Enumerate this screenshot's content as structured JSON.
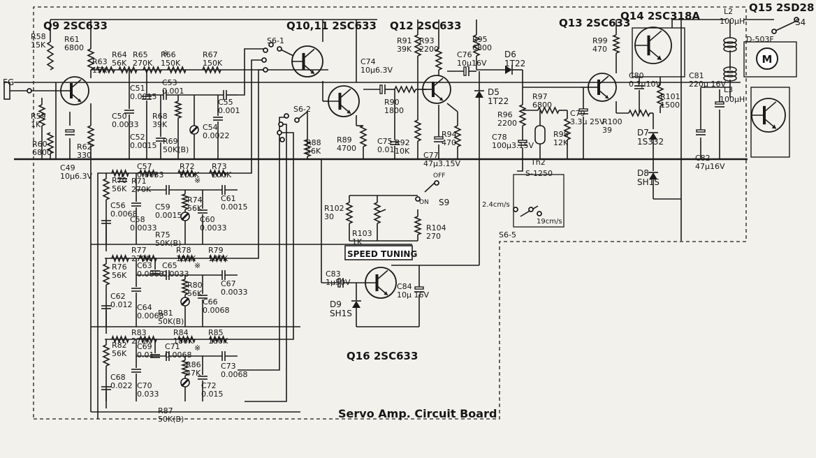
{
  "board_title": "Servo Amp. Circuit Board",
  "input_label": "FG",
  "speed_tuning": "SPEED TUNING",
  "transistors": [
    {
      "ref": "Q9 2SC633",
      "type": "2SC633"
    },
    {
      "ref": "Q10,11 2SC633",
      "type": "2SC633"
    },
    {
      "ref": "Q12 2SC633",
      "type": "2SC633"
    },
    {
      "ref": "Q13 2SC633",
      "type": "2SC633"
    },
    {
      "ref": "Q14 2SC318A",
      "type": "2SC318A"
    },
    {
      "ref": "Q15 2SD28",
      "type": "2SD28"
    },
    {
      "ref": "Q16 2SC633",
      "type": "2SC633"
    }
  ],
  "resistors": [
    {
      "ref": "R58",
      "value": "15K"
    },
    {
      "ref": "R59",
      "value": "1K"
    },
    {
      "ref": "R60",
      "value": "6800"
    },
    {
      "ref": "R61",
      "value": "6800"
    },
    {
      "ref": "R62",
      "value": "330"
    },
    {
      "ref": "R63",
      "value": "15K"
    },
    {
      "ref": "R64",
      "value": "56K"
    },
    {
      "ref": "R65",
      "value": "270K"
    },
    {
      "ref": "R66",
      "value": "150K"
    },
    {
      "ref": "R67",
      "value": "150K"
    },
    {
      "ref": "R68",
      "value": "39K"
    },
    {
      "ref": "R69",
      "value": "50K(B)"
    },
    {
      "ref": "R70",
      "value": "56K"
    },
    {
      "ref": "R71",
      "value": "270K"
    },
    {
      "ref": "R72",
      "value": "200K"
    },
    {
      "ref": "R73",
      "value": "200K"
    },
    {
      "ref": "R74",
      "value": "56K"
    },
    {
      "ref": "R75",
      "value": "50K(B)"
    },
    {
      "ref": "R76",
      "value": "56K"
    },
    {
      "ref": "R77",
      "value": "270K"
    },
    {
      "ref": "R78",
      "value": "180K"
    },
    {
      "ref": "R79",
      "value": "180K"
    },
    {
      "ref": "R80",
      "value": "56K"
    },
    {
      "ref": "R81",
      "value": "50K(B)"
    },
    {
      "ref": "R82",
      "value": "56K"
    },
    {
      "ref": "R83",
      "value": "270K"
    },
    {
      "ref": "R84",
      "value": "180K"
    },
    {
      "ref": "R85",
      "value": "180K"
    },
    {
      "ref": "R86",
      "value": "47K"
    },
    {
      "ref": "R87",
      "value": "50K(B)"
    },
    {
      "ref": "R88",
      "value": "56K"
    },
    {
      "ref": "R89",
      "value": "4700"
    },
    {
      "ref": "R90",
      "value": "1800"
    },
    {
      "ref": "R91",
      "value": "39K"
    },
    {
      "ref": "R92",
      "value": "10K"
    },
    {
      "ref": "R93",
      "value": "2200"
    },
    {
      "ref": "R94",
      "value": "470"
    },
    {
      "ref": "R95",
      "value": "6800"
    },
    {
      "ref": "R96",
      "value": "2200"
    },
    {
      "ref": "R97",
      "value": "6800"
    },
    {
      "ref": "R98",
      "value": "12K"
    },
    {
      "ref": "R99",
      "value": "470"
    },
    {
      "ref": "R100",
      "value": "39"
    },
    {
      "ref": "R101",
      "value": "1500"
    },
    {
      "ref": "R102",
      "value": "30"
    },
    {
      "ref": "R103",
      "value": "1K"
    },
    {
      "ref": "R104",
      "value": "270"
    }
  ],
  "capacitors": [
    {
      "ref": "C49",
      "value": "10μ6.3V"
    },
    {
      "ref": "C50",
      "value": "0.0033"
    },
    {
      "ref": "C51",
      "value": "0.0015"
    },
    {
      "ref": "C52",
      "value": "0.0015"
    },
    {
      "ref": "C53",
      "value": "0.001"
    },
    {
      "ref": "C54",
      "value": "0.0022"
    },
    {
      "ref": "C55",
      "value": "0.001"
    },
    {
      "ref": "C56",
      "value": "0.0068"
    },
    {
      "ref": "C57",
      "value": "0.0033"
    },
    {
      "ref": "C58",
      "value": "0.0033"
    },
    {
      "ref": "C59",
      "value": "0.0015"
    },
    {
      "ref": "C60",
      "value": "0.0033"
    },
    {
      "ref": "C61",
      "value": "0.0015"
    },
    {
      "ref": "C62",
      "value": "0.012"
    },
    {
      "ref": "C63",
      "value": "0.0068"
    },
    {
      "ref": "C64",
      "value": "0.0068"
    },
    {
      "ref": "C65",
      "value": "0.0033"
    },
    {
      "ref": "C66",
      "value": "0.0068"
    },
    {
      "ref": "C67",
      "value": "0.0033"
    },
    {
      "ref": "C68",
      "value": "0.022"
    },
    {
      "ref": "C69",
      "value": "0.01"
    },
    {
      "ref": "C70",
      "value": "0.033"
    },
    {
      "ref": "C71",
      "value": "0.0068"
    },
    {
      "ref": "C72",
      "value": "0.015"
    },
    {
      "ref": "C73",
      "value": "0.0068"
    },
    {
      "ref": "C74",
      "value": "10μ6.3V"
    },
    {
      "ref": "C75",
      "value": "0.01"
    },
    {
      "ref": "C76",
      "value": "10μ16V"
    },
    {
      "ref": "C77",
      "value": "47μ3.15V"
    },
    {
      "ref": "C78",
      "value": "100μ3.15V"
    },
    {
      "ref": "C79",
      "value": "3.3μ 25V"
    },
    {
      "ref": "C80",
      "value": "0.1μ10V"
    },
    {
      "ref": "C81",
      "value": "220μ 16V"
    },
    {
      "ref": "C82",
      "value": "47μ16V"
    },
    {
      "ref": "C83",
      "value": "1μ50V"
    },
    {
      "ref": "C84",
      "value": "10μ 16V"
    }
  ],
  "diodes": [
    {
      "ref": "D5",
      "value": "1T22"
    },
    {
      "ref": "D6",
      "value": "1T22"
    },
    {
      "ref": "D7",
      "value": "1S332"
    },
    {
      "ref": "D8",
      "value": "SH1S"
    },
    {
      "ref": "D9",
      "value": "SH1S"
    }
  ],
  "inductors": [
    {
      "ref": "L2",
      "value": "100μH"
    },
    {
      "ref": "L3",
      "value": "100μH"
    }
  ],
  "thermistor": {
    "ref": "Th2",
    "value": "S-1250"
  },
  "motor": {
    "label": "M",
    "part": "D-503F"
  },
  "switches": {
    "s4": "S4",
    "s6_1": "S6-1",
    "s6_2": "S6-2",
    "s6_5": "S6-5",
    "s9": "S9",
    "s9_off": "OFF",
    "s9_on": "ON",
    "s6_5_low": "2.4cm/s",
    "s6_5_high": "19cm/s"
  },
  "marks": {
    "adjust": "※"
  }
}
